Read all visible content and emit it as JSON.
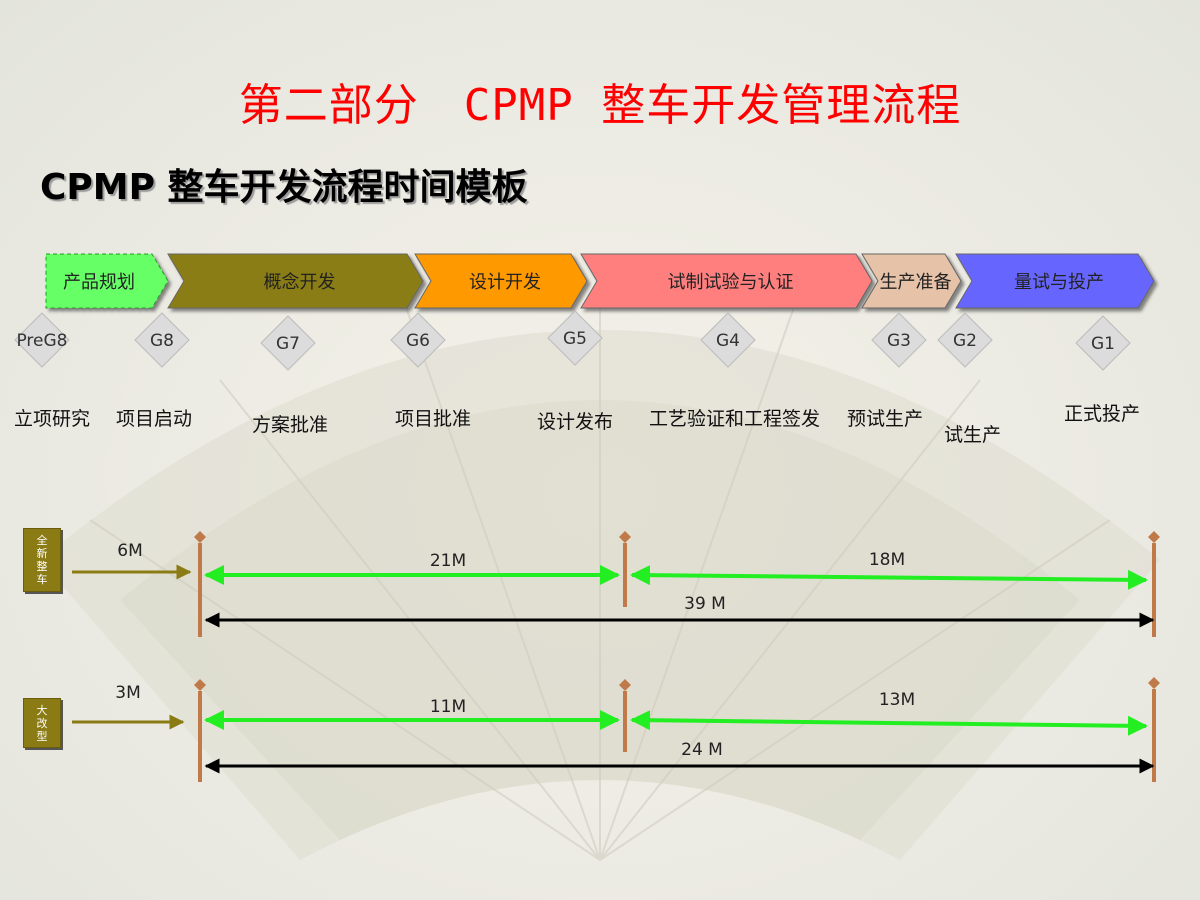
{
  "title": "第二部分　CPMP 整车开发管理流程",
  "subtitle": "CPMP 整车开发流程时间模板",
  "phases": [
    {
      "label": "产品规划",
      "color": "#66ff66"
    },
    {
      "label": "概念开发",
      "color": "#8a7d12"
    },
    {
      "label": "设计开发",
      "color": "#ff9900"
    },
    {
      "label": "试制试验与认证",
      "color": "#ff7f7f"
    },
    {
      "label": "生产准备",
      "color": "#e5c2a8"
    },
    {
      "label": "量试与投产",
      "color": "#6666ff"
    }
  ],
  "gates": [
    "PreG8",
    "G8",
    "G7",
    "G6",
    "G5",
    "G4",
    "G3",
    "G2",
    "G1"
  ],
  "milestones": [
    "立项研究",
    "项目启动",
    "方案批准",
    "项目批准",
    "设计发布",
    "工艺验证和工程签发",
    "预试生产",
    "试生产",
    "正式投产"
  ],
  "timelines": [
    {
      "label": "全新整车",
      "lead": "6M",
      "segments": [
        "21M",
        "18M"
      ],
      "total": "39 M"
    },
    {
      "label": "大改型",
      "lead": "3M",
      "segments": [
        "11M",
        "13M"
      ],
      "total": "24 M"
    }
  ],
  "colors": {
    "title": "#ff0000",
    "segment_arrow": "#22ee22",
    "total_arrow": "#000000",
    "lead_arrow": "#8b7b14",
    "post": "#c07a4a",
    "gate_diamond": "#dcdcdc"
  }
}
